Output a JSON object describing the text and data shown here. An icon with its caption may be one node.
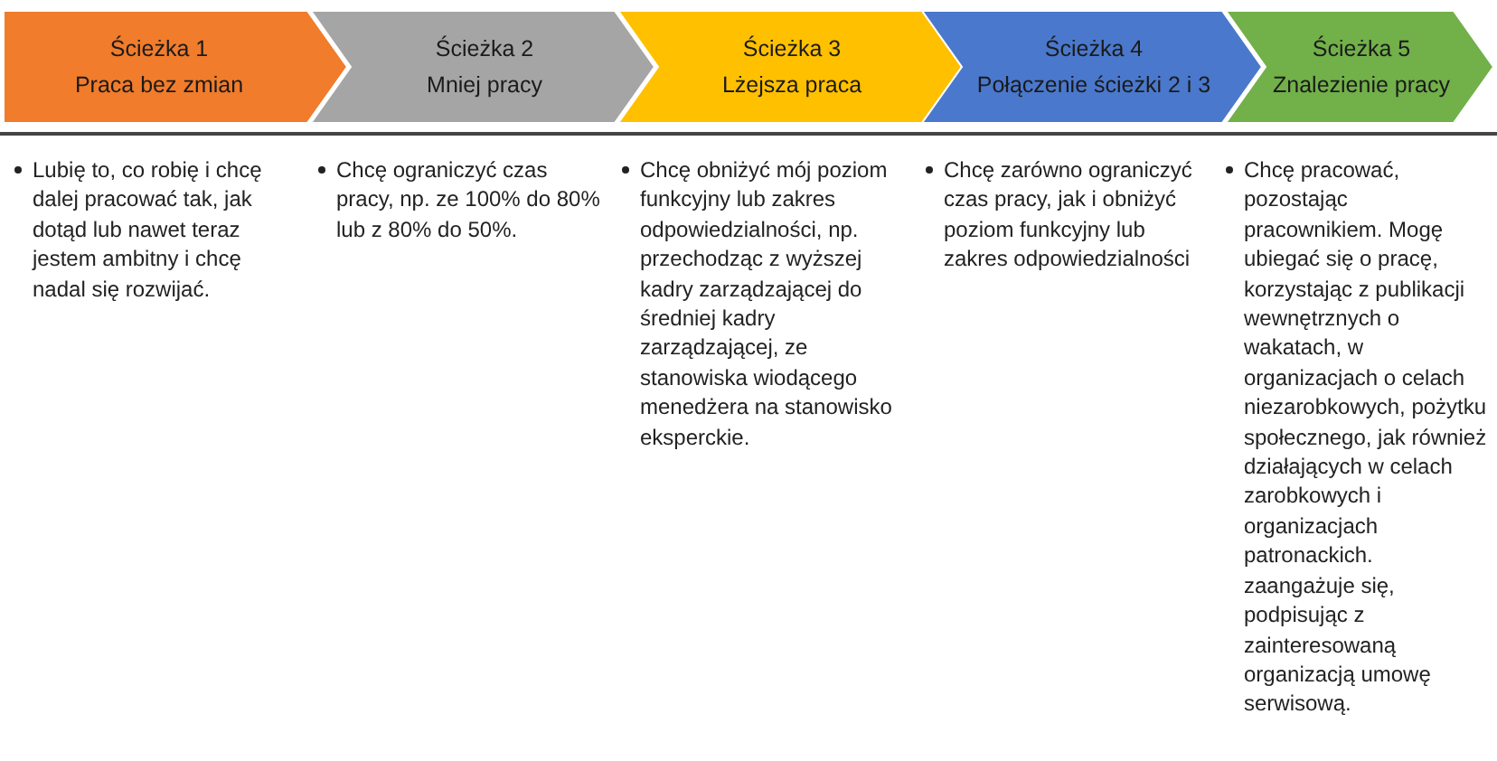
{
  "diagram": {
    "nodes": [
      {
        "text": [
          "Ścieżka 1",
          "Praca bez zmian"
        ],
        "beside": [
          "Lubię to, co robię i chcę dalej pracować tak, jak dotąd lub nawet teraz jestem ambitny i chcę nadal się rozwijać."
        ]
      },
      {
        "text": [
          "Ścieżka 2",
          "Mniej pracy"
        ],
        "beside": [
          "Chcę ograniczyć czas pracy, np. ze 100% do 80% lub z 80% do 50%."
        ]
      },
      {
        "text": [
          "Ścieżka 3",
          "Lżejsza praca"
        ],
        "beside": [
          "Chcę obniżyć mój poziom funkcyjny lub zakres odpowiedzialności, np. przechodząc z wyższej kadry zarządzającej do średniej kadry zarządzającej, ze stanowiska wiodącego menedżera na stanowisko eksperckie."
        ]
      },
      {
        "text": [
          "Ścieżka 4",
          "Połączenie ścieżki 2 i 3"
        ],
        "beside": [
          "Chcę zarówno ograniczyć czas pracy, jak i obniżyć poziom funkcyjny lub zakres odpowiedzialności"
        ]
      },
      {
        "text": [
          "Ścieżka 5",
          "Znalezienie pracy"
        ],
        "beside": [
          "Chcę pracować, pozostając pracownikiem. Mogę ubiegać się o pracę, korzystając z publikacji wewnętrznych o wakatach, w organizacjach o celach niezarobkowych, pożytku społecznego, jak również działających w celach zarobkowych i organizacjach patronackich. zaangażuje się, podpisując z zainteresowaną organizacją umowę serwisową."
        ]
      }
    ]
  }
}
